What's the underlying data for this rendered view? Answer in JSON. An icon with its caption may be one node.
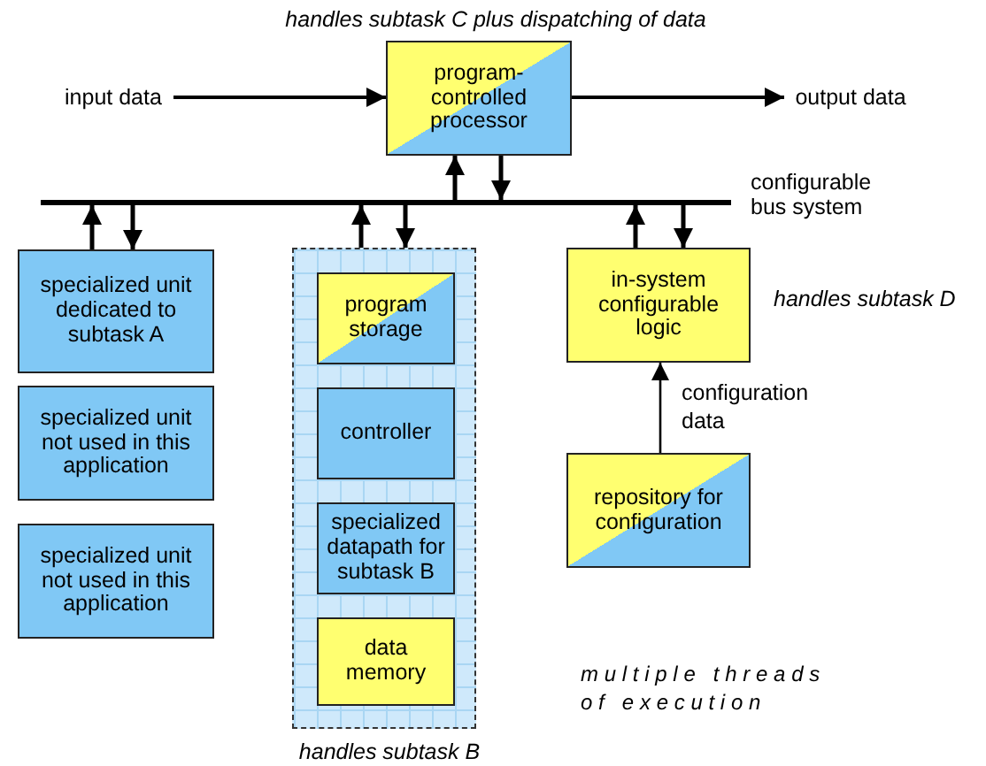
{
  "diagram": {
    "nodes": [
      {
        "text": [
          "program-controlled processor"
        ],
        "beside": [
          "handles subtask C plus dispatching of data"
        ]
      },
      {
        "text": [
          "input data"
        ]
      },
      {
        "text": [
          "output data"
        ]
      },
      {
        "text": [],
        "shape": "bar",
        "beside": [
          "configurable bus system"
        ]
      },
      {
        "text": [
          "specialized unit dedicated to subtask A"
        ]
      },
      {
        "text": [
          "specialized unit not used in this application"
        ]
      },
      {
        "text": [
          "specialized unit not used in this application"
        ]
      },
      {
        "text": [],
        "shape": "box",
        "beside": [
          "handles subtask B"
        ]
      },
      {
        "text": [
          "program storage"
        ],
        "in": 7
      },
      {
        "text": [
          "controller"
        ],
        "in": 7
      },
      {
        "text": [
          "specialized datapath for subtask B"
        ],
        "in": 7
      },
      {
        "text": [
          "data memory"
        ],
        "in": 7
      },
      {
        "text": [
          "in-system configurable logic"
        ],
        "beside": [
          "handles subtask D"
        ]
      },
      {
        "text": [
          "repository for configuration"
        ]
      }
    ],
    "edges": [
      {
        "from": 1,
        "to": 0,
        "arrow": "to"
      },
      {
        "from": 0,
        "to": 2,
        "arrow": "to"
      },
      {
        "from": 3,
        "to": 0,
        "arrow": "to"
      },
      {
        "from": 0,
        "to": 3,
        "arrow": "to"
      },
      {
        "from": 4,
        "to": 3,
        "arrow": "to"
      },
      {
        "from": 3,
        "to": 4,
        "arrow": "to"
      },
      {
        "from": 7,
        "to": 3,
        "arrow": "to"
      },
      {
        "from": 3,
        "to": 7,
        "arrow": "to"
      },
      {
        "from": 12,
        "to": 3,
        "arrow": "to"
      },
      {
        "from": 3,
        "to": 12,
        "arrow": "to"
      },
      {
        "from": 13,
        "to": 12,
        "arrow": "to",
        "label": "configuration data"
      }
    ],
    "labels": [
      "multiple threads of execution"
    ]
  }
}
